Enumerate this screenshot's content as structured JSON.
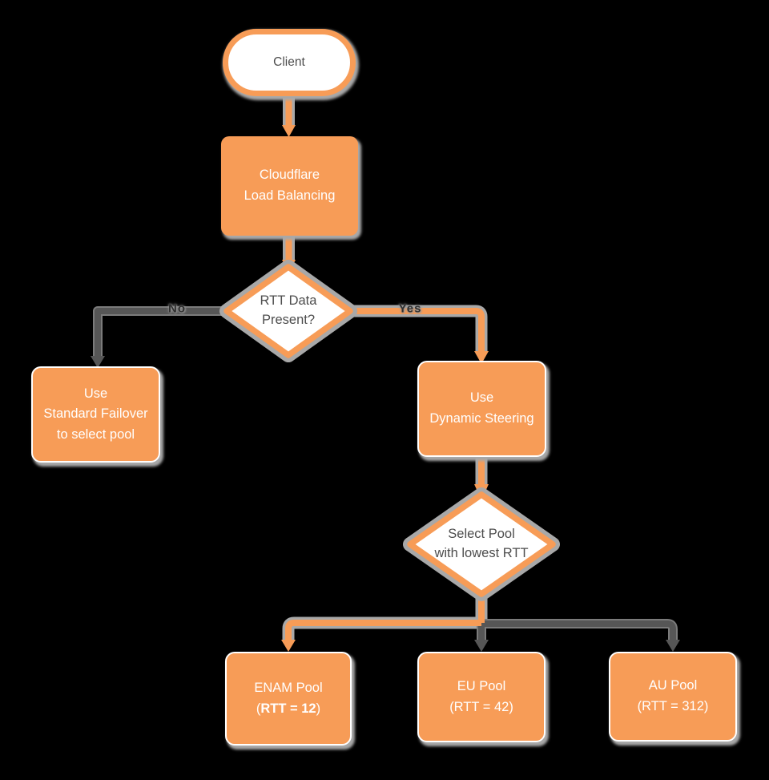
{
  "canvas": {
    "background": "#000000"
  },
  "colors": {
    "accent_orange": "#F79C57",
    "connector_dark_gray": "#565656",
    "shadow_gray": "#A8A8A8",
    "node_text_light": "#FFFFFF",
    "node_text_dark": "#4D4D4D"
  },
  "nodes": {
    "client": {
      "label": "Client"
    },
    "cloudflare": {
      "line1": "Cloudflare",
      "line2": "Load Balancing"
    },
    "rtt_decision": {
      "line1": "RTT Data",
      "line2": "Present?"
    },
    "standard_failover": {
      "line1": "Use",
      "line2": "Standard Failover",
      "line3": "to select pool"
    },
    "dynamic_steering": {
      "line1": "Use",
      "line2": "Dynamic Steering"
    },
    "select_pool": {
      "line1": "Select Pool",
      "line2": "with lowest RTT"
    },
    "enam_pool": {
      "title": "ENAM Pool",
      "rtt_open": "(",
      "rtt_value": "RTT = 12",
      "rtt_close": ")"
    },
    "eu_pool": {
      "title": "EU Pool",
      "rtt": "(RTT = 42)"
    },
    "au_pool": {
      "title": "AU Pool",
      "rtt": "(RTT = 312)"
    }
  },
  "edges": {
    "no_label": "No",
    "yes_label": "Yes"
  }
}
